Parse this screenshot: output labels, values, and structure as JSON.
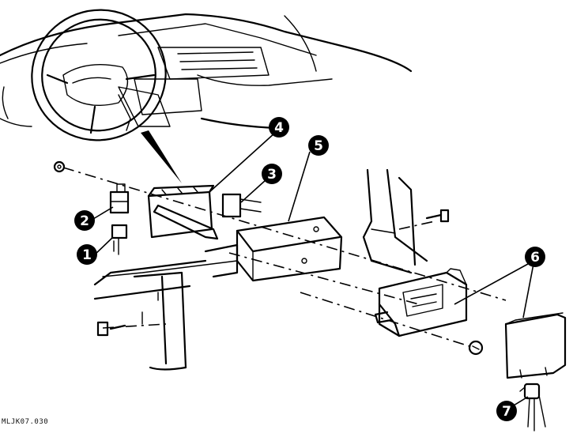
{
  "figure": {
    "code": "MLJK07.030",
    "callouts": [
      {
        "number": "1"
      },
      {
        "number": "2"
      },
      {
        "number": "3"
      },
      {
        "number": "4"
      },
      {
        "number": "5"
      },
      {
        "number": "6"
      },
      {
        "number": "7"
      }
    ]
  },
  "colors": {
    "ink": "#000000",
    "paper": "#ffffff"
  }
}
